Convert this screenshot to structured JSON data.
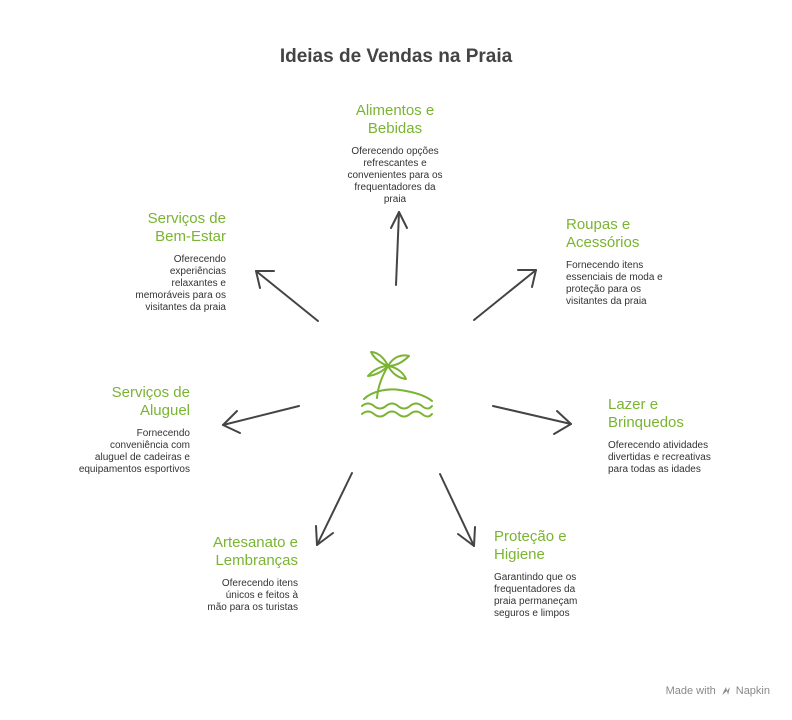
{
  "title": "Ideias de Vendas na Praia",
  "accent_color": "#7ab432",
  "center_icon": "palm-island-icon",
  "nodes": {
    "alimentos": {
      "title": "Alimentos e Bebidas",
      "desc": "Oferecendo opções refrescantes e convenientes para os frequentadores da praia"
    },
    "roupas": {
      "title": "Roupas e Acessórios",
      "desc": "Fornecendo itens essenciais de moda e proteção para os visitantes da praia"
    },
    "lazer": {
      "title": "Lazer e Brinquedos",
      "desc": "Oferecendo atividades divertidas e recreativas para todas as idades"
    },
    "protecao": {
      "title": "Proteção e Higiene",
      "desc": "Garantindo que os frequentadores da praia permaneçam seguros e limpos"
    },
    "artesanato": {
      "title": "Artesanato e Lembranças",
      "desc": "Oferecendo itens únicos e feitos à mão para os turistas"
    },
    "aluguel": {
      "title": "Serviços de Aluguel",
      "desc": "Fornecendo conveniência com aluguel de cadeiras e equipamentos esportivos"
    },
    "bemestar": {
      "title": "Serviços de Bem-Estar",
      "desc": "Oferecendo experiências relaxantes e memoráveis para os visitantes da praia"
    }
  },
  "footer": {
    "label": "Made with",
    "brand": "Napkin",
    "icon": "napkin-logo-icon"
  }
}
